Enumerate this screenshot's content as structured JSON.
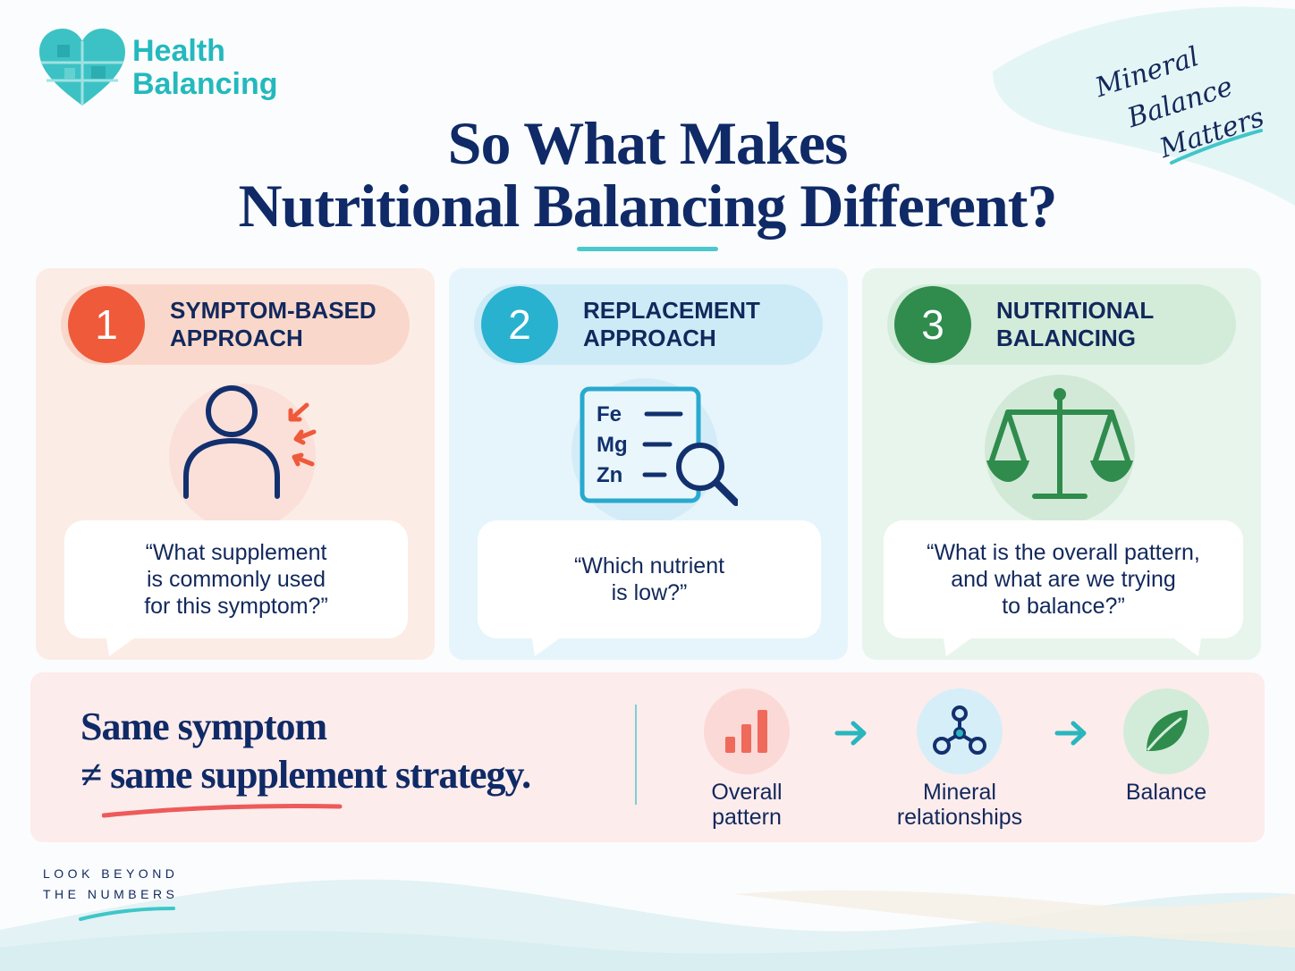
{
  "brand": {
    "name_line1": "Health",
    "name_line2": "Balancing",
    "logo_icon": "heart-puzzle-icon",
    "color": "#23b9be"
  },
  "tagline": {
    "line1": "Mineral",
    "line2": "Balance",
    "line3": "Matters"
  },
  "title": {
    "line1": "So What Makes",
    "line2": "Nutritional Balancing Different?"
  },
  "cards": [
    {
      "number": "1",
      "heading_line1": "SYMPTOM-BASED",
      "heading_line2": "APPROACH",
      "icon": "person-pain-icon",
      "accent": "#ee5a3a",
      "quote_lines": [
        "“What supplement",
        "is commonly used",
        "for this symptom?”"
      ]
    },
    {
      "number": "2",
      "heading_line1": "REPLACEMENT",
      "heading_line2": "APPROACH",
      "icon": "nutrient-list-search-icon",
      "accent": "#29b1d0",
      "icon_labels": [
        "Fe",
        "Mg",
        "Zn"
      ],
      "quote_lines": [
        "“Which nutrient",
        "is low?”"
      ]
    },
    {
      "number": "3",
      "heading_line1": "NUTRITIONAL",
      "heading_line2": "BALANCING",
      "icon": "balance-scale-icon",
      "accent": "#2f8c4d",
      "quote_lines": [
        "“What is the overall pattern,",
        "and what are we trying",
        "to balance?”"
      ]
    }
  ],
  "band": {
    "line1": "Same symptom",
    "line2": "≠ same supplement strategy.",
    "steps": [
      {
        "icon": "bar-chart-icon",
        "label_line1": "Overall",
        "label_line2": "pattern"
      },
      {
        "icon": "molecule-icon",
        "label_line1": "Mineral",
        "label_line2": "relationships"
      },
      {
        "icon": "leaf-icon",
        "label_line1": "Balance",
        "label_line2": ""
      }
    ]
  },
  "footer": {
    "line1": "LOOK BEYOND",
    "line2": "THE NUMBERS"
  }
}
